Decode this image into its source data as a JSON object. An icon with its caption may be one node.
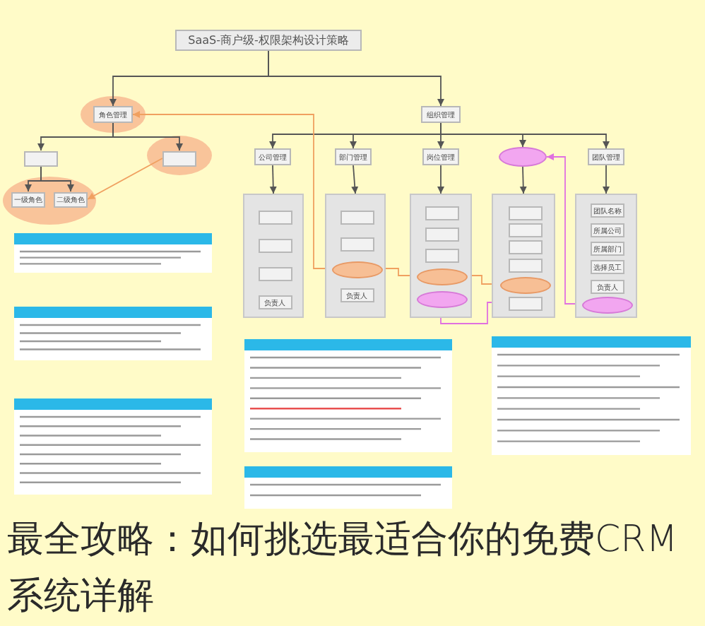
{
  "diagram": {
    "title": "SaaS-商户级-权限架构设计策略",
    "caption": "最全攻略：如何挑选最适合你的免费CRM系统详解",
    "nodes": [
      {
        "text": [],
        "shape": "box"
      },
      {
        "text": [
          "角色管理"
        ]
      },
      {
        "text": [],
        "shape": "box"
      },
      {
        "text": [],
        "shape": "box"
      },
      {
        "text": [
          "一级角色"
        ]
      },
      {
        "text": [
          "二级角色"
        ]
      },
      {
        "text": [
          "组织管理"
        ]
      },
      {
        "text": [
          "公司管理"
        ]
      },
      {
        "text": [
          "部门管理"
        ]
      },
      {
        "text": [
          "岗位管理"
        ]
      },
      {
        "text": [],
        "shape": "ellipse"
      },
      {
        "text": [
          "团队管理"
        ]
      },
      {
        "text": [],
        "shape": "box"
      },
      {
        "text": [],
        "shape": "box",
        "in": 12
      },
      {
        "text": [],
        "shape": "box",
        "in": 12
      },
      {
        "text": [],
        "shape": "box",
        "in": 12
      },
      {
        "text": [
          "负责人"
        ],
        "in": 12
      },
      {
        "text": [],
        "shape": "box"
      },
      {
        "text": [],
        "shape": "box",
        "in": 17
      },
      {
        "text": [],
        "shape": "box",
        "in": 17
      },
      {
        "text": [],
        "shape": "ellipse",
        "in": 17
      },
      {
        "text": [
          "负责人"
        ],
        "in": 17
      },
      {
        "text": [],
        "shape": "box"
      },
      {
        "text": [],
        "shape": "box",
        "in": 22
      },
      {
        "text": [],
        "shape": "box",
        "in": 22
      },
      {
        "text": [],
        "shape": "box",
        "in": 22
      },
      {
        "text": [],
        "shape": "ellipse",
        "in": 22
      },
      {
        "text": [],
        "shape": "ellipse",
        "in": 22
      },
      {
        "text": [],
        "shape": "box"
      },
      {
        "text": [],
        "shape": "box",
        "in": 28
      },
      {
        "text": [],
        "shape": "box",
        "in": 28
      },
      {
        "text": [],
        "shape": "box",
        "in": 28
      },
      {
        "text": [],
        "shape": "box",
        "in": 28
      },
      {
        "text": [],
        "shape": "ellipse",
        "in": 28
      },
      {
        "text": [],
        "shape": "box",
        "in": 28
      },
      {
        "text": [],
        "shape": "box"
      },
      {
        "text": [
          "团队名称"
        ],
        "in": 35
      },
      {
        "text": [
          "所属公司"
        ],
        "in": 35
      },
      {
        "text": [
          "所属部门"
        ],
        "in": 35
      },
      {
        "text": [
          "选择员工"
        ],
        "in": 35
      },
      {
        "text": [
          "负责人"
        ],
        "in": 35
      },
      {
        "text": [],
        "shape": "ellipse",
        "in": 35
      }
    ],
    "edges": [
      {
        "from": 0,
        "to": 1,
        "arrow": "to"
      },
      {
        "from": 0,
        "to": 6,
        "arrow": "to"
      },
      {
        "from": 1,
        "to": 2,
        "arrow": "to"
      },
      {
        "from": 1,
        "to": 3,
        "arrow": "to"
      },
      {
        "from": 2,
        "to": 4,
        "arrow": "to"
      },
      {
        "from": 2,
        "to": 5,
        "arrow": "to"
      },
      {
        "from": 3,
        "to": 5,
        "arrow": "to",
        "color": "#f0a060"
      },
      {
        "from": 6,
        "to": 7,
        "arrow": "to"
      },
      {
        "from": 6,
        "to": 8,
        "arrow": "to"
      },
      {
        "from": 6,
        "to": 9,
        "arrow": "to"
      },
      {
        "from": 6,
        "to": 10,
        "arrow": "to"
      },
      {
        "from": 6,
        "to": 11,
        "arrow": "to"
      },
      {
        "from": 7,
        "to": 12,
        "arrow": "to"
      },
      {
        "from": 8,
        "to": 17,
        "arrow": "to"
      },
      {
        "from": 9,
        "to": 22,
        "arrow": "to"
      },
      {
        "from": 10,
        "to": 28,
        "arrow": "to"
      },
      {
        "from": 11,
        "to": 35,
        "arrow": "to"
      },
      {
        "from": 20,
        "to": 1,
        "arrow": "to",
        "color": "#f0a060"
      },
      {
        "from": 20,
        "to": 26,
        "arrow": "none",
        "color": "#f0a060"
      },
      {
        "from": 26,
        "to": 33,
        "arrow": "none",
        "color": "#f0a060"
      },
      {
        "from": 41,
        "to": 10,
        "arrow": "to",
        "color": "#e070e0"
      },
      {
        "from": 27,
        "to": 34,
        "arrow": "none",
        "color": "#e070e0"
      }
    ]
  }
}
